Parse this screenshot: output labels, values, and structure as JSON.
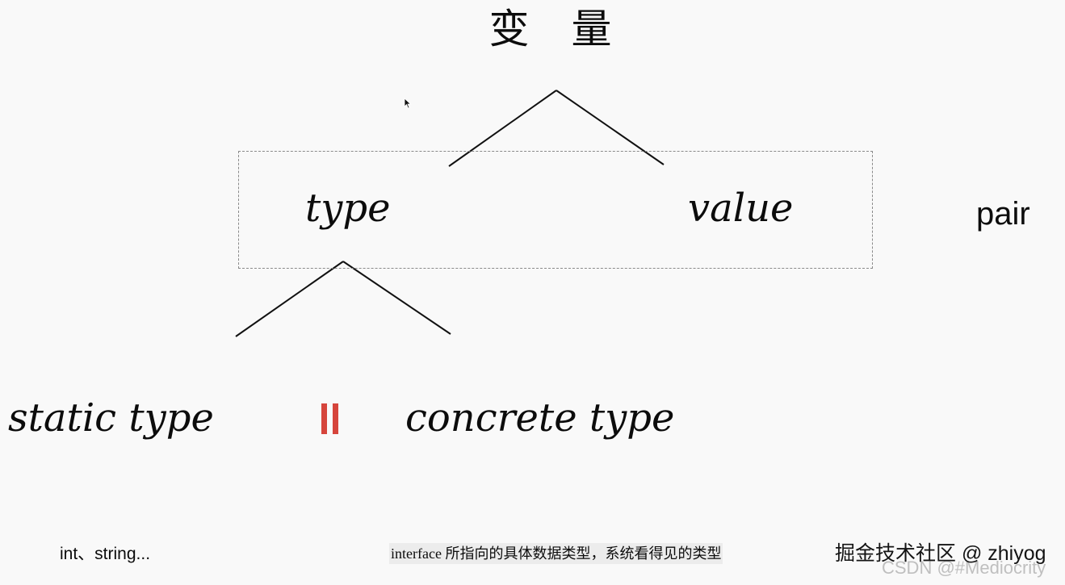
{
  "diagram": {
    "root": {
      "label": "变 量"
    },
    "pair_box": {
      "left_child": {
        "label": "type"
      },
      "right_child": {
        "label": "value"
      }
    },
    "pair_label": "pair",
    "type_children": {
      "left": {
        "label": "static type"
      },
      "right": {
        "label": "concrete type"
      },
      "divider_color": "#d6453c"
    },
    "notes": {
      "static_examples": "int、string...",
      "concrete_description": "interface 所指向的具体数据类型，系统看得见的类型"
    }
  },
  "overlay": {
    "credit": "掘金技术社区 @ zhiyog",
    "watermark": "CSDN @#Mediocrity"
  }
}
